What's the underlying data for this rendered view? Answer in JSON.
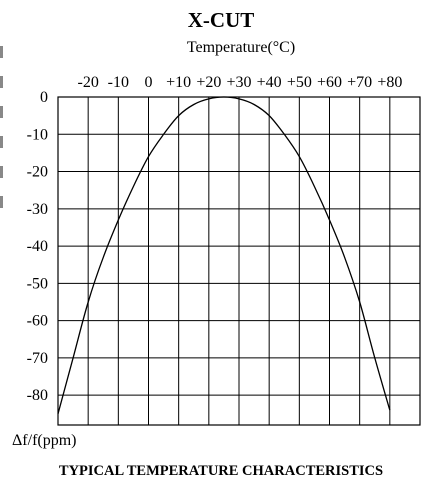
{
  "chart_data": {
    "type": "line",
    "title": "X-CUT",
    "xlabel": "Temperature(°C)",
    "ylabel": "Δf/f(ppm)",
    "footer": "TYPICAL TEMPERATURE CHARACTERISTICS",
    "x_ticks": [
      "-20",
      "-10",
      "0",
      "+10",
      "+20",
      "+30",
      "+40",
      "+50",
      "+60",
      "+70",
      "+80"
    ],
    "y_ticks": [
      "0",
      "-10",
      "-20",
      "-30",
      "-40",
      "-50",
      "-60",
      "-70",
      "-80"
    ],
    "xlim": [
      -30,
      90
    ],
    "ylim": [
      -88,
      0
    ],
    "grid": true,
    "series": [
      {
        "x": [
          -30,
          -25,
          -20,
          -15,
          -10,
          -5,
          0,
          5,
          10,
          15,
          20,
          25,
          30,
          35,
          40,
          45,
          50,
          55,
          60,
          65,
          70,
          75,
          80
        ],
        "y": [
          -85,
          -70,
          -55,
          -43,
          -33,
          -24,
          -16,
          -10,
          -5,
          -2,
          -0.5,
          0,
          -0.5,
          -2,
          -5,
          -10,
          -16,
          -24,
          -33,
          -43,
          -55,
          -70,
          -84
        ]
      }
    ]
  }
}
